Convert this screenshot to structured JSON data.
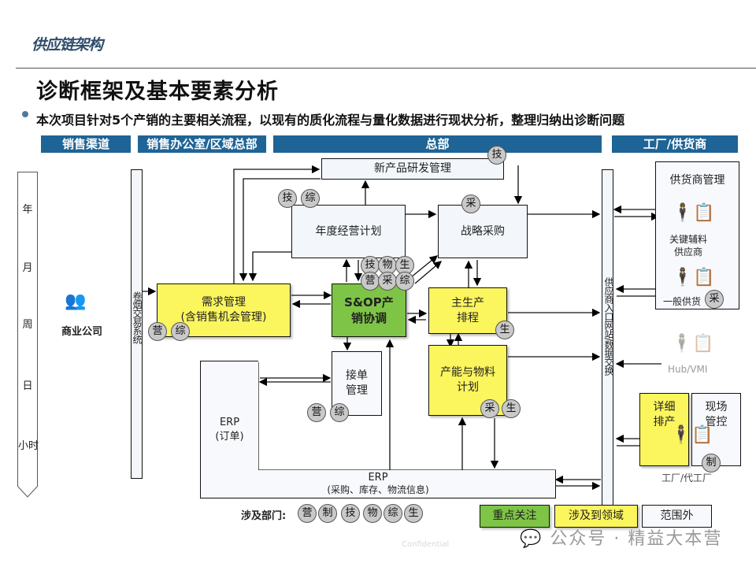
{
  "header": {
    "section": "供应链架构",
    "title": "诊断框架及基本要素分析",
    "subtitle": "本次项目针对5个产销的主要相关流程，以现有的质化流程与量化数据进行现状分析，整理归纳出诊断问题"
  },
  "bands": [
    "销售渠道",
    "销售办公室/区域总部",
    "总部",
    "工厂/供货商"
  ],
  "timeline": [
    "年",
    "月",
    "周",
    "日",
    "小时"
  ],
  "actors": {
    "commercial_company": "商业公司",
    "trading_system": "卷烟交易系统",
    "supplier_portal": "供应商入口网站/数据交换",
    "hub_vmi": "Hub/VMI",
    "factory": "工厂/代工厂"
  },
  "boxes": {
    "new_product": "新产品研发管理",
    "annual_plan": "年度经营计划",
    "strategic_purchase": "战略采购",
    "demand_mgmt_line1": "需求管理",
    "demand_mgmt_line2": "(含销售机会管理)",
    "sop_line1": "S&OP产",
    "sop_line2": "销协调",
    "mps_line1": "主生产",
    "mps_line2": "排程",
    "order_line1": "接单",
    "order_line2": "管理",
    "capacity_line1": "产能与物料",
    "capacity_line2": "计划",
    "erp_order_line1": "ERP",
    "erp_order_line2": "(订单)",
    "erp_main_line1": "ERP",
    "erp_main_line2": "(采购、库存、物流信息)",
    "supplier_mgmt": "供货商管理",
    "key_supplier_line1": "关键辅料",
    "key_supplier_line2": "供应商",
    "general_supplier": "一般供货",
    "detail_sched_line1": "详细",
    "detail_sched_line2": "排产",
    "onsite_line1": "现场",
    "onsite_line2": "管控"
  },
  "departments": {
    "label": "涉及部门:",
    "items": [
      "营",
      "制",
      "技",
      "物",
      "综",
      "生"
    ],
    "tags": {
      "new_product": [
        "技"
      ],
      "annual_plan": [
        "技",
        "综"
      ],
      "strategic_purchase": [
        "采"
      ],
      "sop": [
        "技",
        "物",
        "生",
        "营",
        "采",
        "综"
      ],
      "demand": [
        "营",
        "综"
      ],
      "mps": [
        "生"
      ],
      "order": [
        "营",
        "综"
      ],
      "capacity": [
        "采",
        "生"
      ],
      "general_supplier": [
        "采"
      ],
      "onsite": [
        "制"
      ]
    }
  },
  "legend": [
    {
      "label": "重点关注",
      "color": "#7ec446"
    },
    {
      "label": "涉及到领域",
      "color": "#fbf55e"
    },
    {
      "label": "范围外",
      "color": "#f7f9fc"
    }
  ],
  "footer": {
    "confidential": "Confidential",
    "watermark": "公众号 · 精益大本营"
  }
}
